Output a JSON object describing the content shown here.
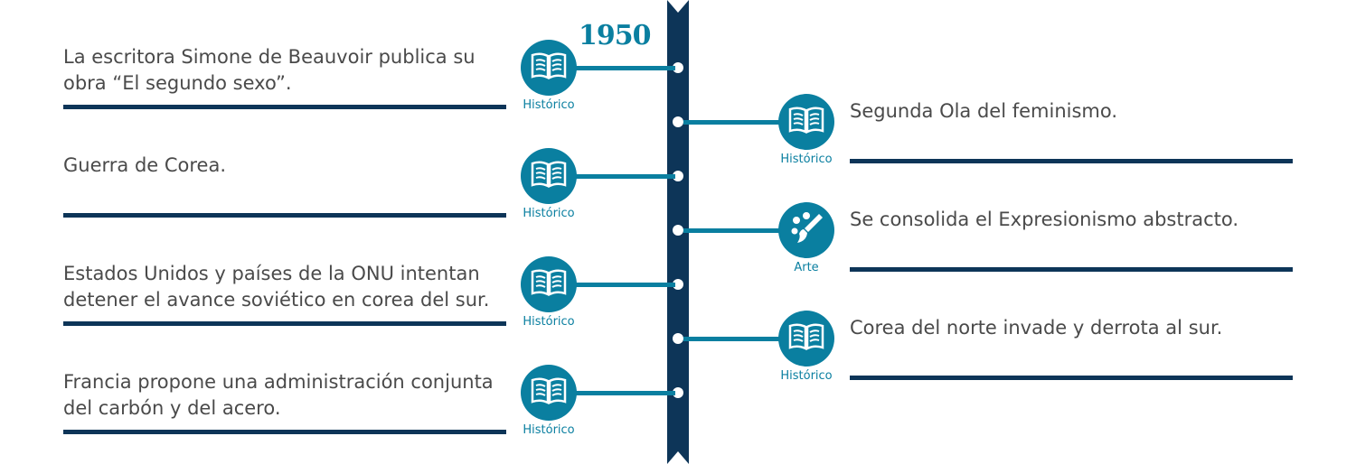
{
  "year": "1950",
  "colors": {
    "teal": "#0a7fa0",
    "navy": "#0d3558"
  },
  "left": [
    {
      "text": "La escritora Simone de Beauvoir publica su obra “El segundo sexo”.",
      "category": "Histórico",
      "icon": "book-icon"
    },
    {
      "text": "Guerra de Corea.",
      "category": "Histórico",
      "icon": "book-icon"
    },
    {
      "text": "Estados Unidos y países de la ONU intentan detener el avance soviético en corea del sur.",
      "category": "Histórico",
      "icon": "book-icon"
    },
    {
      "text": "Francia propone una administración conjunta del carbón y del acero.",
      "category": "Histórico",
      "icon": "book-icon"
    }
  ],
  "right": [
    {
      "text": "Segunda Ola del feminismo.",
      "category": "Histórico",
      "icon": "book-icon"
    },
    {
      "text": "Se consolida el Expresionismo abstracto.",
      "category": "Arte",
      "icon": "palette-icon"
    },
    {
      "text": "Corea del norte invade y derrota al sur.",
      "category": "Histórico",
      "icon": "book-icon"
    }
  ]
}
